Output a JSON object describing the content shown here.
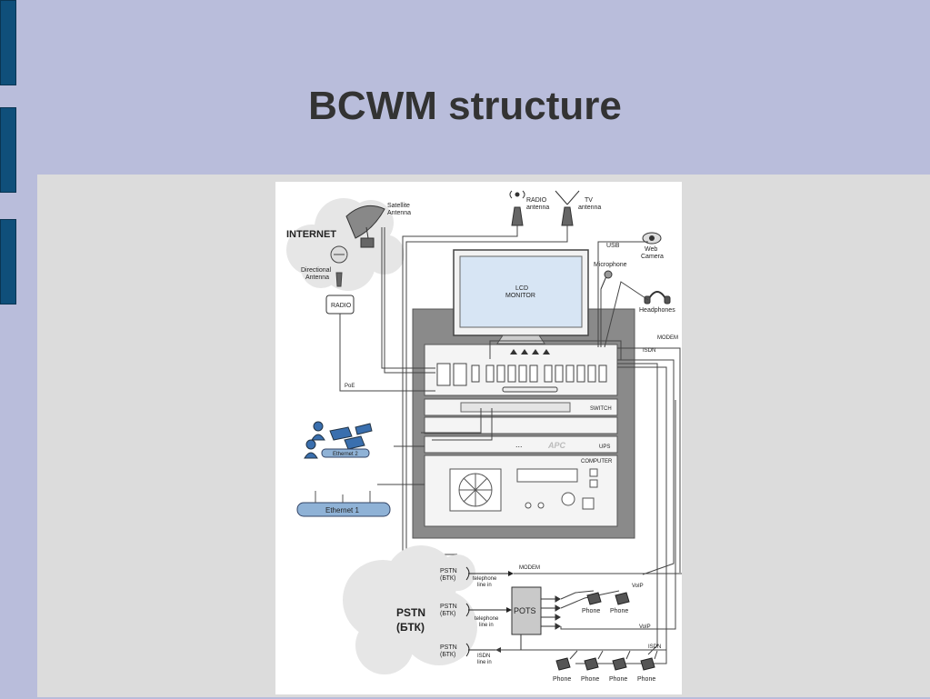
{
  "slide": {
    "title": "BCWM structure"
  },
  "diagram": {
    "internet": "INTERNET",
    "satellite_antenna": [
      "Satellite",
      "Antenna"
    ],
    "directional_antenna": [
      "Directional",
      "Antenna"
    ],
    "radio": "RADIO",
    "radio_antenna": [
      "RADIO",
      "antenna"
    ],
    "tv_antenna": [
      "TV",
      "antenna"
    ],
    "usb": "USB",
    "web_camera": [
      "Web",
      "Camera"
    ],
    "microphone": "Microphone",
    "headphones": "Headphones",
    "lcd_monitor": [
      "LCD",
      "MONITOR"
    ],
    "modem": "MODEM",
    "isdn": "ISDN",
    "poe": "PoE",
    "switch": "SWITCH",
    "ups": "UPS",
    "apc": "APC",
    "computer": "COMPUTER",
    "ethernet_1": "Ethernet 1",
    "ethernet_2": "Ethernet 2",
    "pstn_btk": [
      "PSTN",
      "(БТК)"
    ],
    "pstn_cloud": [
      "PSTN",
      "(БТК)"
    ],
    "telephone_line_in": [
      "telephone",
      "line in"
    ],
    "isdn_line_in": [
      "ISDN",
      "line in"
    ],
    "pots": "POTS",
    "voip": "VoIP",
    "phone": "Phone"
  }
}
